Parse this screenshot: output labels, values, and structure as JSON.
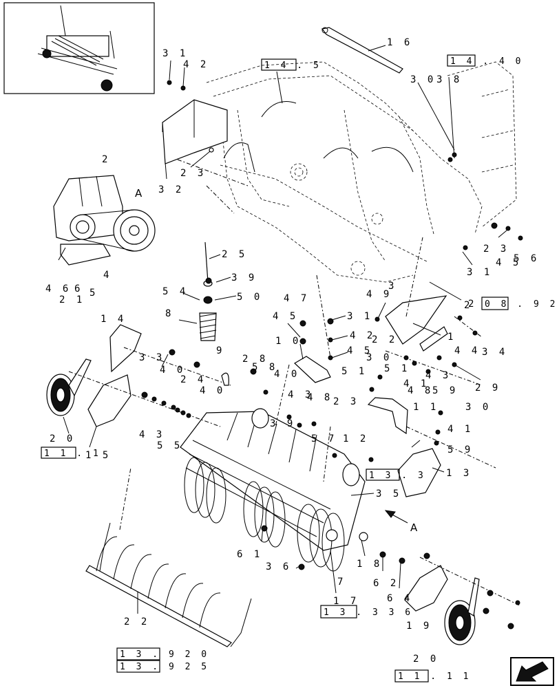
{
  "callouts": [
    {
      "id": "c1",
      "label": "3 1"
    },
    {
      "id": "c2",
      "label": "4 2"
    },
    {
      "id": "c3",
      "label": "1 6"
    },
    {
      "id": "c4",
      "label": "3 0"
    },
    {
      "id": "c5",
      "label": "3 8"
    },
    {
      "id": "c6",
      "label": "2 3"
    },
    {
      "id": "c7",
      "label": "3 2"
    },
    {
      "id": "c8",
      "label": "2"
    },
    {
      "id": "c9",
      "label": "4 6"
    },
    {
      "id": "c10",
      "label": "6"
    },
    {
      "id": "c11",
      "label": "2 1"
    },
    {
      "id": "c12",
      "label": "5"
    },
    {
      "id": "c13",
      "label": "4"
    },
    {
      "id": "c14",
      "label": "2 5"
    },
    {
      "id": "c15",
      "label": "3 9"
    },
    {
      "id": "c16",
      "label": "5 4"
    },
    {
      "id": "c17",
      "label": "5 0"
    },
    {
      "id": "c18",
      "label": "8"
    },
    {
      "id": "c19",
      "label": "2 3"
    },
    {
      "id": "c20",
      "label": "4 5"
    },
    {
      "id": "c21",
      "label": "5 6"
    },
    {
      "id": "c22",
      "label": "3 1"
    },
    {
      "id": "c23",
      "label": "3"
    },
    {
      "id": "c24",
      "label": "2"
    },
    {
      "id": "c25",
      "label": "1 4"
    },
    {
      "id": "c26",
      "label": "4 7"
    },
    {
      "id": "c27",
      "label": "4 9"
    },
    {
      "id": "c28",
      "label": "4 5"
    },
    {
      "id": "c29",
      "label": "3 1"
    },
    {
      "id": "c30",
      "label": "1 0"
    },
    {
      "id": "c31",
      "label": "4 2"
    },
    {
      "id": "c32",
      "label": "2 2"
    },
    {
      "id": "c33",
      "label": "1"
    },
    {
      "id": "c34",
      "label": "4 4"
    },
    {
      "id": "c35",
      "label": "3 4"
    },
    {
      "id": "c36",
      "label": "3 3"
    },
    {
      "id": "c37",
      "label": "4 0"
    },
    {
      "id": "c38",
      "label": "9"
    },
    {
      "id": "c39",
      "label": "2 8"
    },
    {
      "id": "c40",
      "label": "4 5"
    },
    {
      "id": "c41",
      "label": "3 0"
    },
    {
      "id": "c42",
      "label": "5 1"
    },
    {
      "id": "c43",
      "label": "4 3"
    },
    {
      "id": "c44",
      "label": "2 4"
    },
    {
      "id": "c45",
      "label": "5 8"
    },
    {
      "id": "c46",
      "label": "4 0"
    },
    {
      "id": "c47",
      "label": "5 1"
    },
    {
      "id": "c48",
      "label": "4 1"
    },
    {
      "id": "c49",
      "label": "4 8"
    },
    {
      "id": "c50",
      "label": "5 9"
    },
    {
      "id": "c51",
      "label": "2 9"
    },
    {
      "id": "c52",
      "label": "4 0"
    },
    {
      "id": "c53",
      "label": "4 3"
    },
    {
      "id": "c54",
      "label": "4 8"
    },
    {
      "id": "c55",
      "label": "2 3"
    },
    {
      "id": "c56",
      "label": "1 1"
    },
    {
      "id": "c57",
      "label": "4 3"
    },
    {
      "id": "c58",
      "label": "5 5"
    },
    {
      "id": "c59",
      "label": "3 9"
    },
    {
      "id": "c60",
      "label": "5 7"
    },
    {
      "id": "c61",
      "label": "3 0"
    },
    {
      "id": "c62",
      "label": "4 1"
    },
    {
      "id": "c63",
      "label": "1 2"
    },
    {
      "id": "c64",
      "label": "5 9"
    },
    {
      "id": "c65",
      "label": "2 0"
    },
    {
      "id": "c66",
      "label": "1 5"
    },
    {
      "id": "c67",
      "label": "1 3"
    },
    {
      "id": "c68",
      "label": "3 5"
    },
    {
      "id": "c69",
      "label": "6 1"
    },
    {
      "id": "c70",
      "label": "1 8"
    },
    {
      "id": "c71",
      "label": "3 6"
    },
    {
      "id": "c72",
      "label": "7"
    },
    {
      "id": "c73",
      "label": "6 2"
    },
    {
      "id": "c74",
      "label": "6 4"
    },
    {
      "id": "c75",
      "label": "1 7"
    },
    {
      "id": "c76",
      "label": "1 9"
    },
    {
      "id": "c77",
      "label": "2 0"
    },
    {
      "id": "c78",
      "label": "2 2"
    }
  ],
  "references": [
    {
      "id": "r1",
      "label": "1 4 . 5"
    },
    {
      "id": "r2",
      "label": "1 4 . 4 0"
    },
    {
      "id": "r3",
      "label": "0 8 . 9 2"
    },
    {
      "id": "r4",
      "label": "1 1 . 1"
    },
    {
      "id": "r5",
      "label": "1 3 . 3"
    },
    {
      "id": "r6",
      "label": "1 3 . 3 3 6"
    },
    {
      "id": "r7",
      "label": "1 3 . 9 2 0"
    },
    {
      "id": "r8",
      "label": "1 3 . 9 2 5"
    },
    {
      "id": "r9",
      "label": "1 1 . 1 1"
    }
  ],
  "view_letters": [
    {
      "id": "v1",
      "label": "A"
    },
    {
      "id": "v2",
      "label": "A"
    }
  ],
  "icons": {
    "inset": "baler-overview-thumbnail-icon",
    "nav": "previous-page-arrow-icon"
  }
}
